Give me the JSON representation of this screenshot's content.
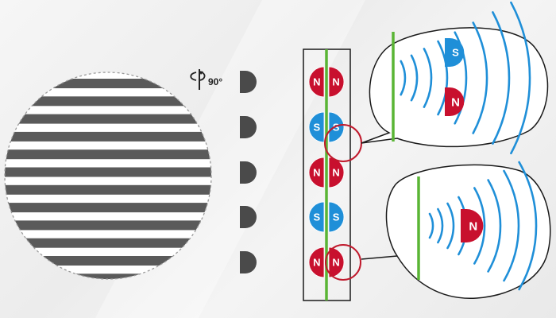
{
  "rotation": {
    "label": "90°",
    "icon": "rotate-arrow-icon"
  },
  "disc": {
    "stripe_count": 12
  },
  "strip": {
    "poles": [
      {
        "left": "N",
        "right": "N"
      },
      {
        "left": "S",
        "right": "S"
      },
      {
        "left": "N",
        "right": "N"
      },
      {
        "left": "S",
        "right": "S"
      },
      {
        "left": "N",
        "right": "N"
      }
    ]
  },
  "callout_top": {
    "poles": [
      "S",
      "N"
    ]
  },
  "callout_bottom": {
    "poles": [
      "N"
    ]
  },
  "colors": {
    "north": "#c8102e",
    "south": "#1f8fd8",
    "field_line": "#1f8fd8",
    "guide_line": "#5ab535",
    "highlight_circle": "#c0192c",
    "stripe": "#5a5a5a",
    "sensor": "#4a4a4a",
    "frame": "#1a1a1a"
  }
}
